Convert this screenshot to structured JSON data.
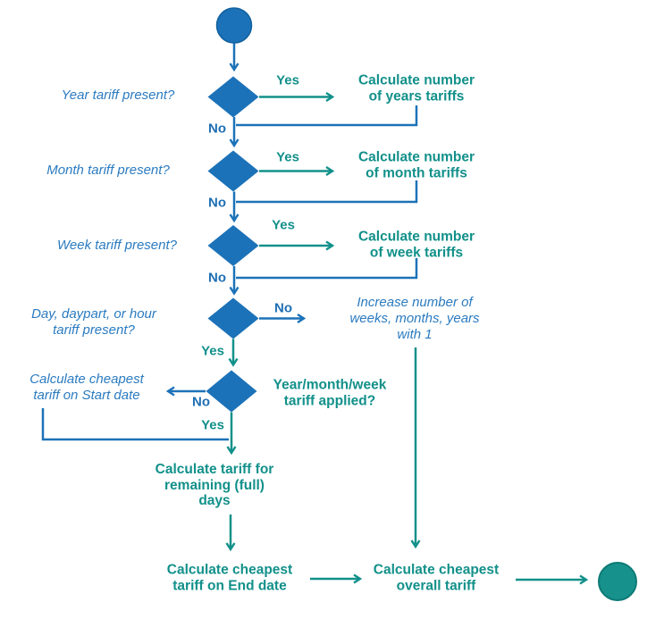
{
  "flowchart": {
    "colors": {
      "blue": "#1c72b8",
      "teal": "#12908a"
    },
    "decisions": [
      {
        "question": "Year tariff present?",
        "yes_label": "Yes",
        "no_label": "No",
        "yes_action": "Calculate number\nof years tariffs"
      },
      {
        "question": "Month tariff present?",
        "yes_label": "Yes",
        "no_label": "No",
        "yes_action": "Calculate number\nof month tariffs"
      },
      {
        "question": "Week tariff present?",
        "yes_label": "Yes",
        "no_label": "No",
        "yes_action": "Calculate number\nof week tariffs"
      },
      {
        "question": "Day, daypart, or hour\ntariff present?",
        "yes_label": "Yes",
        "no_label": "No",
        "no_action": "Increase number of\nweeks, months, years\nwith 1"
      },
      {
        "question": "Year/month/week\ntariff applied?",
        "yes_label": "Yes",
        "no_label": "No",
        "no_action": "Calculate cheapest\ntariff on Start date"
      }
    ],
    "processes": [
      {
        "label": "Calculate tariff for\nremaining (full)\ndays"
      },
      {
        "label": "Calculate cheapest\ntariff on End date"
      },
      {
        "label": "Calculate cheapest\noverall tariff"
      }
    ]
  }
}
